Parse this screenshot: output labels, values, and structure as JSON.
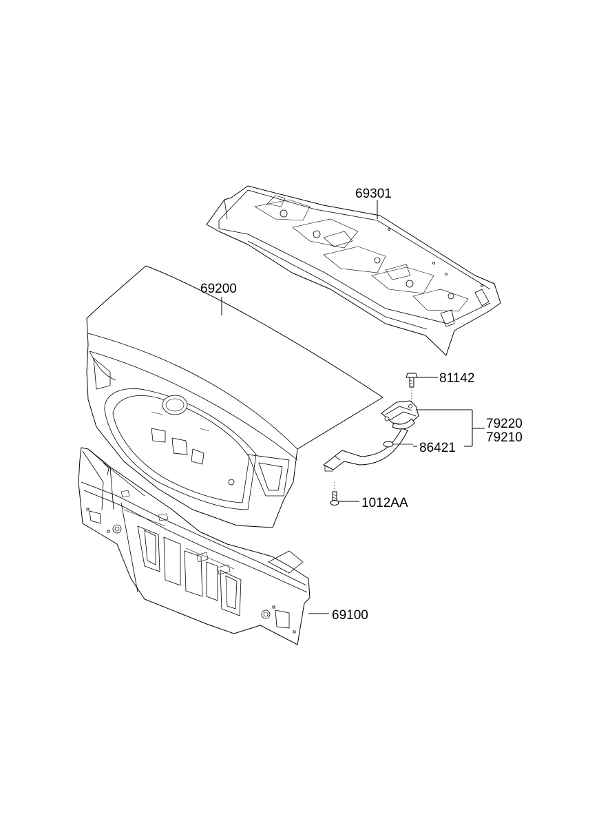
{
  "callouts": {
    "package_tray": "69301",
    "trunk_lid": "69200",
    "bolt": "81142",
    "hinge_lh": "79220",
    "hinge_rh": "79210",
    "bumper": "86421",
    "bolt_washer": "1012AA",
    "back_panel": "69100"
  }
}
